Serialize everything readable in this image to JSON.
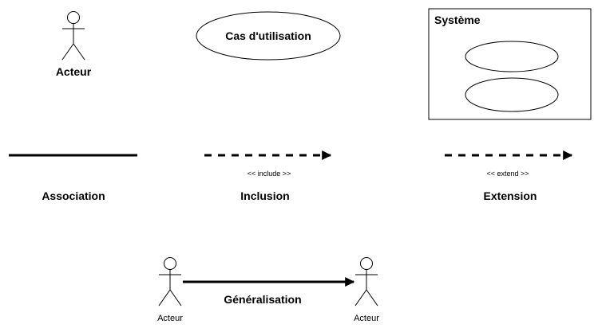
{
  "legend": {
    "actor": {
      "label": "Acteur"
    },
    "use_case": {
      "label": "Cas d'utilisation"
    },
    "system": {
      "label": "Système"
    },
    "association": {
      "label": "Association"
    },
    "inclusion": {
      "label": "Inclusion",
      "stereotype": "<< include >>"
    },
    "extension": {
      "label": "Extension",
      "stereotype": "<< extend >>"
    },
    "generalization": {
      "label": "Généralisation",
      "source_actor_label": "Acteur",
      "target_actor_label": "Acteur"
    }
  },
  "colors": {
    "stroke": "#000000",
    "background": "#ffffff"
  }
}
